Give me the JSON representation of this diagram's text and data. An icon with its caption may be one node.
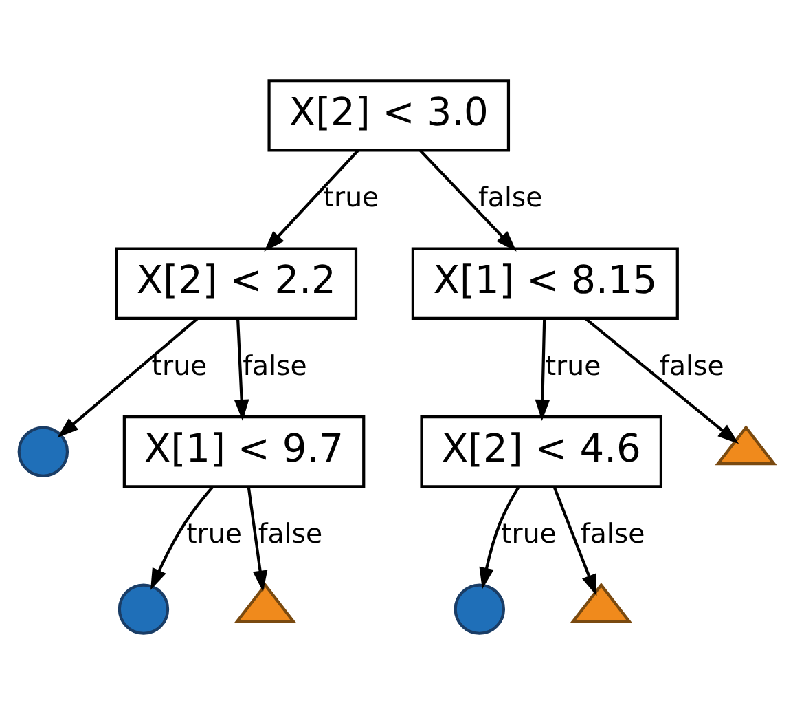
{
  "diagram": {
    "nodes": [
      {
        "text": [
          "X[2] < 3.0"
        ]
      },
      {
        "text": [
          "X[2] < 2.2"
        ]
      },
      {
        "text": [
          "X[1] < 8.15"
        ]
      },
      {
        "text": [],
        "shape": "circle"
      },
      {
        "text": [
          "X[1] < 9.7"
        ]
      },
      {
        "text": [
          "X[2] < 4.6"
        ]
      },
      {
        "text": [],
        "shape": "triangle"
      },
      {
        "text": [],
        "shape": "circle"
      },
      {
        "text": [],
        "shape": "triangle"
      },
      {
        "text": [],
        "shape": "circle"
      },
      {
        "text": [],
        "shape": "triangle"
      }
    ],
    "edges": [
      {
        "from": 0,
        "to": 1,
        "arrow": "to",
        "label": "true"
      },
      {
        "from": 0,
        "to": 2,
        "arrow": "to",
        "label": "false"
      },
      {
        "from": 1,
        "to": 3,
        "arrow": "to",
        "label": "true"
      },
      {
        "from": 1,
        "to": 4,
        "arrow": "to",
        "label": "false"
      },
      {
        "from": 2,
        "to": 5,
        "arrow": "to",
        "label": "true"
      },
      {
        "from": 2,
        "to": 6,
        "arrow": "to",
        "label": "false"
      },
      {
        "from": 4,
        "to": 7,
        "arrow": "to",
        "label": "true"
      },
      {
        "from": 4,
        "to": 8,
        "arrow": "to",
        "label": "false"
      },
      {
        "from": 5,
        "to": 9,
        "arrow": "to",
        "label": "true"
      },
      {
        "from": 5,
        "to": 10,
        "arrow": "to",
        "label": "false"
      }
    ]
  }
}
